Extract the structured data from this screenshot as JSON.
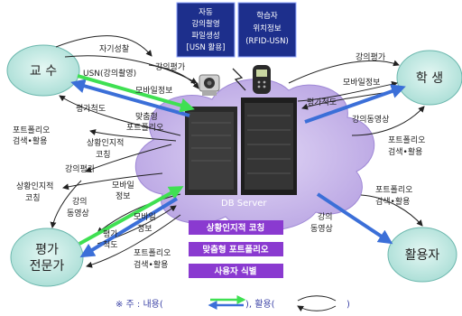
{
  "nodes": {
    "professor": "교 수",
    "student": "학 생",
    "evaluator_line1": "평가",
    "evaluator_line2": "전문가",
    "user": "활용자"
  },
  "top_boxes": {
    "auto_lecture": [
      "자동",
      "강의촬영",
      "파일생성",
      "[USN 활용]"
    ],
    "learner_location": [
      "학습자",
      "위치정보",
      "(RFID-USN)"
    ]
  },
  "server_label": "DB Server",
  "purple_boxes": [
    "상황인지적 코칭",
    "맞춤형 포트폴리오",
    "사용자 식별"
  ],
  "labels": {
    "self_reflection": "자기성찰",
    "usn_lecture": "USN(강의촬영)",
    "lecture_eval_top": "강의평가",
    "mobile_info_prof": "모바일정보",
    "eval_scale_prof": "평가척도",
    "custom_line1": "맞춤형",
    "custom_line2": "포트폴리오",
    "portfolio_search_l1": "포트폴리오",
    "portfolio_search_l2": "검색•활용",
    "context_coach_l1": "상황인지적",
    "context_coach_l2": "코칭",
    "lecture_eval_mid": "강의평가",
    "ctx_coach_left_l1": "상황인지적",
    "ctx_coach_left_l2": "코칭",
    "lec_video_left_l1": "강의",
    "lec_video_left_l2": "동영상",
    "mobile_left_l1": "모바일",
    "mobile_left_l2": "정보",
    "mobile_eval_l1": "모바일",
    "mobile_eval_l2": "정보",
    "eval_scale_eval_l1": "평가",
    "eval_scale_eval_l2": "척도",
    "portfolio_eval_l1": "포트폴리오",
    "portfolio_eval_l2": "검색•활용",
    "lecture_eval_student": "강의평가",
    "mobile_info_student": "모바일정보",
    "eval_scale_student": "평가척도",
    "lec_video_student": "강의동영상",
    "portfolio_student_l1": "포트폴리오",
    "portfolio_student_l2": "검색•활용",
    "portfolio_user_l1": "포트폴리오",
    "portfolio_user_l2": "검색•활용",
    "lec_video_user_l1": "강의",
    "lec_video_user_l2": "동영상"
  },
  "legend": {
    "prefix": "※ 주 : 내용(",
    "middle": "),  활용(",
    "suffix": ")"
  },
  "colors": {
    "node_fill": "#b8e6e0",
    "node_stroke": "#5aa8a0",
    "cloud_fill": "#c7b6e8",
    "blue_box": "#1d2f8c",
    "purple_box": "#8a3ad0",
    "arrow_blue": "#3b6fd8",
    "arrow_green": "#3fe052"
  }
}
